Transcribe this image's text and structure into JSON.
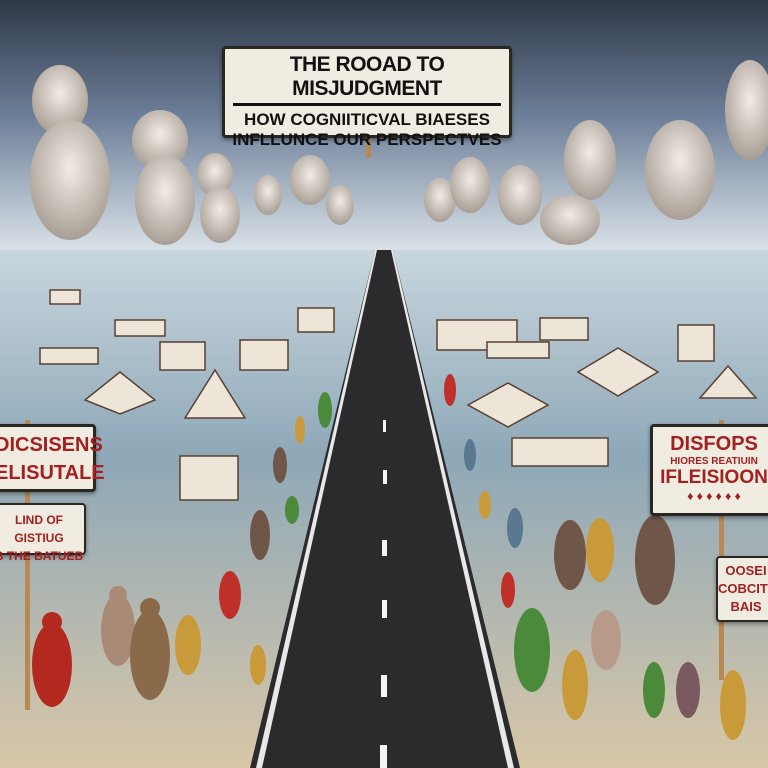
{
  "title_sign": {
    "line1": "THE ROOAD TO MISJUDGMENT",
    "line2": "HOW COGNIITICVAL BIAESES",
    "line3": "INFLLUNCE OUR PERSPECTVES"
  },
  "left_sign_top": {
    "line1": "DICSISENS",
    "line2": "ELISUTALE"
  },
  "left_sign_bottom": {
    "line1": "LIND OF GISTIUG",
    "line2": "B  THE BATUEB"
  },
  "right_sign_top": {
    "line1": "DISFOPS",
    "line2": "HIORES REATIUIN",
    "line3": "IFLEISIOON",
    "diamonds": "♦ ♦ ♦ ♦ ♦ ♦"
  },
  "right_sign_bottom": {
    "line1": "OOSEI",
    "line2": "COBCITT",
    "line3": "BAIS"
  },
  "colors": {
    "sky_top": "#2f3848",
    "sky_horizon": "#dfe6ec",
    "ground": "#9fb4c0",
    "road": "#2b2b2d",
    "sign_text": "#a3201f"
  }
}
